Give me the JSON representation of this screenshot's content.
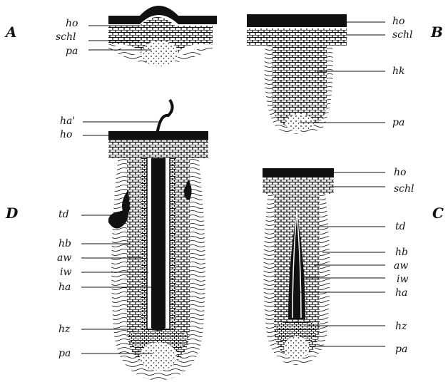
{
  "figure": {
    "panels": {
      "A": {
        "letter": "A",
        "labels": {
          "ho": "ho",
          "schl": "schl",
          "pa": "pa"
        }
      },
      "B": {
        "letter": "B",
        "labels": {
          "ho": "ho",
          "schl": "schl",
          "hk": "hk",
          "pa": "pa"
        }
      },
      "C": {
        "letter": "C",
        "labels": {
          "ho": "ho",
          "schl": "schl",
          "td": "td",
          "hb": "hb",
          "aw": "aw",
          "iw": "iw",
          "ha": "ha",
          "hz": "hz",
          "pa": "pa"
        }
      },
      "D": {
        "letter": "D",
        "labels": {
          "ha_prime": "ha'",
          "ho": "ho",
          "td": "td",
          "hb": "hb",
          "aw": "aw",
          "iw": "iw",
          "ha": "ha",
          "hz": "hz",
          "pa": "pa"
        }
      }
    },
    "colors": {
      "ink": "#111111",
      "paper": "#ffffff"
    }
  }
}
